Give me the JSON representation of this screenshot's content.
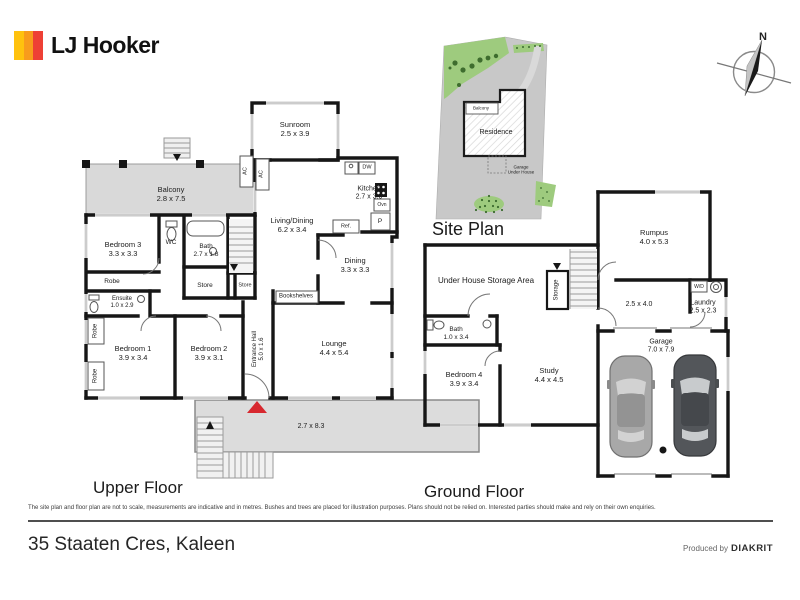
{
  "brand": {
    "name": "LJ Hooker",
    "stripe_styles": [
      "background:#ffc20e",
      "background:#f89c1c",
      "background:#ee4035"
    ]
  },
  "compass": {
    "north_label": "N"
  },
  "upper_floor": {
    "title": "Upper Floor",
    "rooms": {
      "balcony": {
        "name": "Balcony",
        "dims": "2.8 x 7.5"
      },
      "sunroom": {
        "name": "Sunroom",
        "dims": "2.5 x 3.9"
      },
      "kitchen": {
        "name": "Kitchen",
        "dims": "2.7 x 3.0"
      },
      "living_dining": {
        "name": "Living/Dining",
        "dims": "6.2 x 3.4"
      },
      "dining": {
        "name": "Dining",
        "dims": "3.3 x 3.3"
      },
      "bedroom3": {
        "name": "Bedroom 3",
        "dims": "3.3 x 3.3"
      },
      "bath": {
        "name": "Bath",
        "dims": "2.7 x 1.8"
      },
      "ensuite": {
        "name": "Ensuite",
        "dims": "1.0 x 2.9"
      },
      "bedroom1": {
        "name": "Bedroom 1",
        "dims": "3.9 x 3.4"
      },
      "bedroom2": {
        "name": "Bedroom 2",
        "dims": "3.9 x 3.1"
      },
      "entrance_hall": {
        "name": "Entrance Hall",
        "dims": "5.0 x 1.6"
      },
      "lounge": {
        "name": "Lounge",
        "dims": "4.4 x 5.4"
      },
      "porch": {
        "dims": "2.7 x 8.3"
      }
    },
    "small_labels": {
      "wc": "WC",
      "robe": "Robe",
      "store": "Store",
      "bookshelves": "Bookshelves",
      "ac": "AC",
      "dw": "DW",
      "ovn": "Ovn",
      "pantry": "P",
      "fridge": "Ref."
    }
  },
  "site_plan": {
    "title": "Site Plan",
    "residence": "Residence",
    "balcony": "Balcony",
    "garage_line1": "Garage",
    "garage_line2": "Under House"
  },
  "ground_floor": {
    "title": "Ground Floor",
    "rooms": {
      "under_house_storage": {
        "name": "Under House Storage Area"
      },
      "rumpus": {
        "name": "Rumpus",
        "dims": "4.0 x 5.3"
      },
      "hall": {
        "dims": "2.5 x 4.0"
      },
      "laundry": {
        "name": "Laundry",
        "dims": "2.5 x 2.3"
      },
      "bath": {
        "name": "Bath",
        "dims": "1.0 x 3.4"
      },
      "bedroom4": {
        "name": "Bedroom 4",
        "dims": "3.9 x 3.4"
      },
      "study": {
        "name": "Study",
        "dims": "4.4 x 4.5"
      },
      "garage": {
        "name": "Garage",
        "dims": "7.0 x 7.9"
      }
    },
    "small_labels": {
      "storage": "Storage",
      "wd": "W/D"
    }
  },
  "footer": {
    "disclaimer": "The site plan and floor plan are not to scale, measurements are indicative and in metres. Bushes and trees are placed for illustration purposes. Plans should not be relied on. Interested parties should make and rely on their own enquiries.",
    "address": "35 Staaten Cres, Kaleen",
    "produced_by": "Produced by",
    "producer": "DIAKRIT"
  }
}
